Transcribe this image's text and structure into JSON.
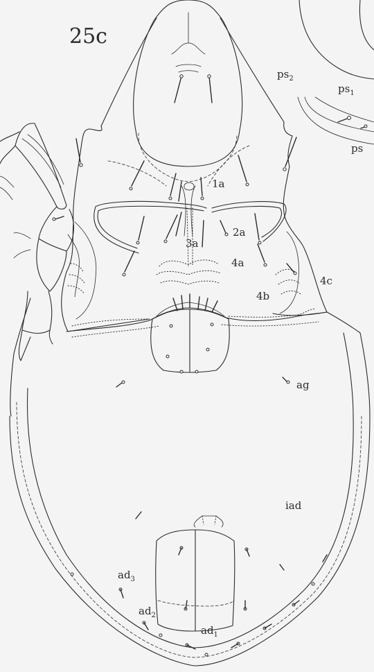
{
  "figure": {
    "label": "25c"
  },
  "labels": {
    "l_1a": "1a",
    "l_2a": "2a",
    "l_3a": "3a",
    "l_4a": "4a",
    "l_4b": "4b",
    "l_4c": "4c",
    "l_ag": "ag",
    "l_iad": "iad",
    "l_ad3": "ad",
    "l_ad3_sub": "3",
    "l_ad2": "ad",
    "l_ad2_sub": "2",
    "l_ad1": "ad",
    "l_ad1_sub": "1",
    "l_ps2": "ps",
    "l_ps2_sub": "2",
    "l_ps1": "ps",
    "l_ps1_sub": "1",
    "l_ps3": "ps"
  }
}
